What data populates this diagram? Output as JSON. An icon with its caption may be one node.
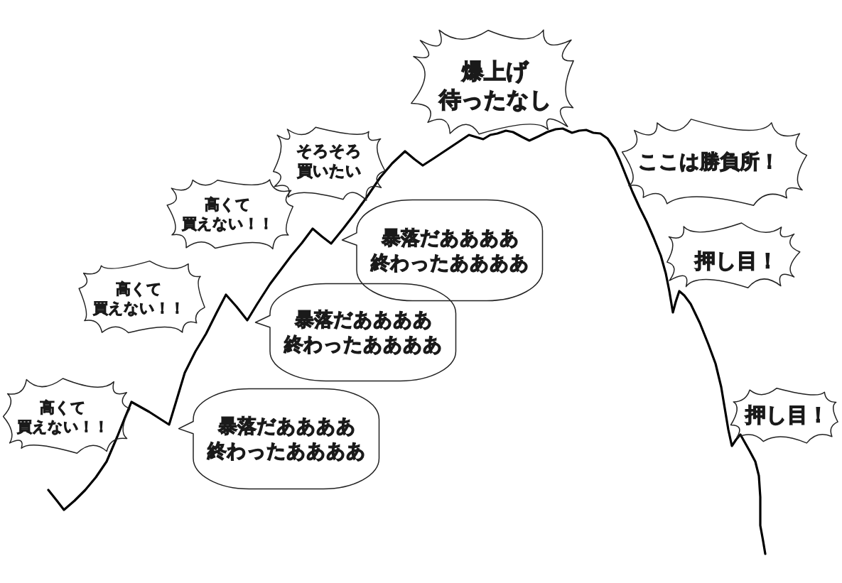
{
  "diagram": {
    "nodes": [
      {
        "text": [
          "爆上げ待ったなし"
        ]
      },
      {
        "text": [
          "そろそろ買いたい"
        ]
      },
      {
        "text": [
          "ここは勝負所！"
        ]
      },
      {
        "text": [
          "高くて買えない！！"
        ]
      },
      {
        "text": [
          "暴落だああああ終わったああああ"
        ]
      },
      {
        "text": [
          "押し目！"
        ]
      },
      {
        "text": [
          "高くて買えない！！"
        ]
      },
      {
        "text": [
          "暴落だああああ終わったああああ"
        ]
      },
      {
        "text": [
          "高くて買えない！！"
        ]
      },
      {
        "text": [
          "暴落だああああ終わったああああ"
        ]
      },
      {
        "text": [
          "押し目！"
        ]
      }
    ]
  }
}
